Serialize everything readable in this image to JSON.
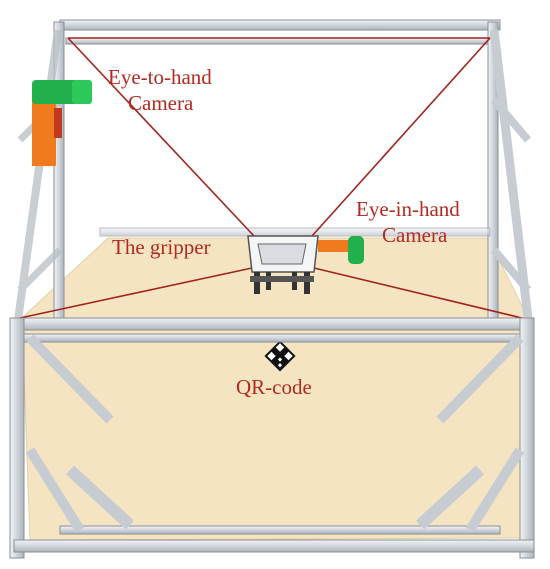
{
  "labels": {
    "eye_to_hand_line1": "Eye-to-hand",
    "eye_to_hand_line2": "Camera",
    "eye_in_hand_line1": "Eye-in-hand",
    "eye_in_hand_line2": "Camera",
    "gripper": "The gripper",
    "qr_code": "QR-code"
  },
  "colors": {
    "label_text": "#b22a1f",
    "cable": "#a0241c",
    "camera_body": "#f07a1e",
    "camera_lens": "#22b04c",
    "floor": "#f5e4c2",
    "frame": "#d7dbe0"
  },
  "icons": {
    "qr": "qr-code-icon"
  }
}
